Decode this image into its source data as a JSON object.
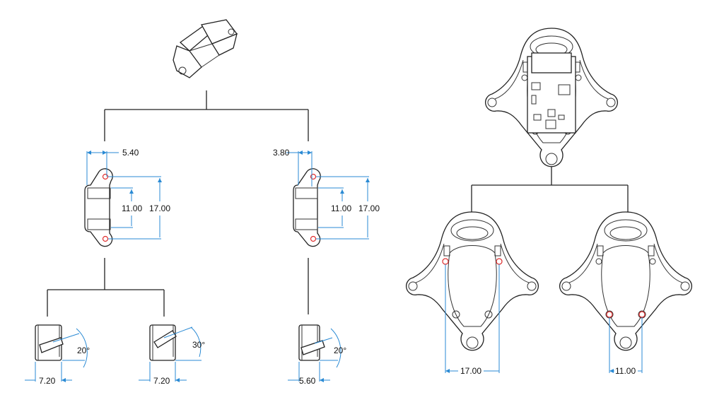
{
  "title": "Mount bracket variants technical drawing",
  "colors": {
    "outline": "#222222",
    "dimension": "#2a8ad4",
    "highlight_hole": "#e03030"
  },
  "left_tree": {
    "variant_a": {
      "offset": "5.40",
      "inner_spacing": "11.00",
      "outer_spacing": "17.00"
    },
    "variant_b": {
      "offset": "3.80",
      "inner_spacing": "11.00",
      "outer_spacing": "17.00"
    },
    "tilts": [
      {
        "angle": "20°",
        "width": "7.20"
      },
      {
        "angle": "30°",
        "width": "7.20"
      },
      {
        "angle": "20°",
        "width": "5.60"
      }
    ]
  },
  "right_tree": {
    "frames": [
      {
        "hole_spacing": "17.00"
      },
      {
        "hole_spacing": "11.00"
      }
    ]
  }
}
